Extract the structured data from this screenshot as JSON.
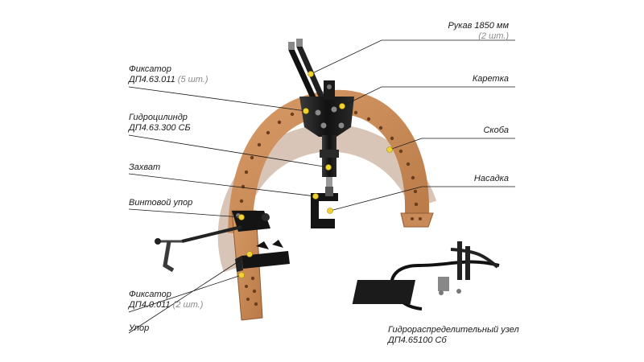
{
  "labels": {
    "hose": {
      "name": "Рукав 1850 мм",
      "qty": "(2 шт.)"
    },
    "carriage": {
      "name": "Каретка"
    },
    "bracket": {
      "name": "Скоба"
    },
    "nozzle": {
      "name": "Насадка"
    },
    "fixator_top": {
      "name": "Фиксатор",
      "code": "ДП4.63.011",
      "qty": "(5 шт.)"
    },
    "cylinder": {
      "name": "Гидроцилиндр",
      "code": "ДП4.63.300 СБ"
    },
    "grip": {
      "name": "Захват"
    },
    "screw_stop": {
      "name": "Винтовой упор"
    },
    "fixator_bottom": {
      "name": "Фиксатор",
      "code": "ДП4.0.011",
      "qty": "(2 шт.)"
    },
    "stop": {
      "name": "Упор"
    },
    "distributor": {
      "name": "Гидрораспределительный узел",
      "code": "ДП4.65100 Сб"
    }
  },
  "colors": {
    "frame": "#c98a58",
    "frame_dark": "#8e5a32",
    "metal": "#1e1e1e",
    "marker": "#f2d230"
  }
}
